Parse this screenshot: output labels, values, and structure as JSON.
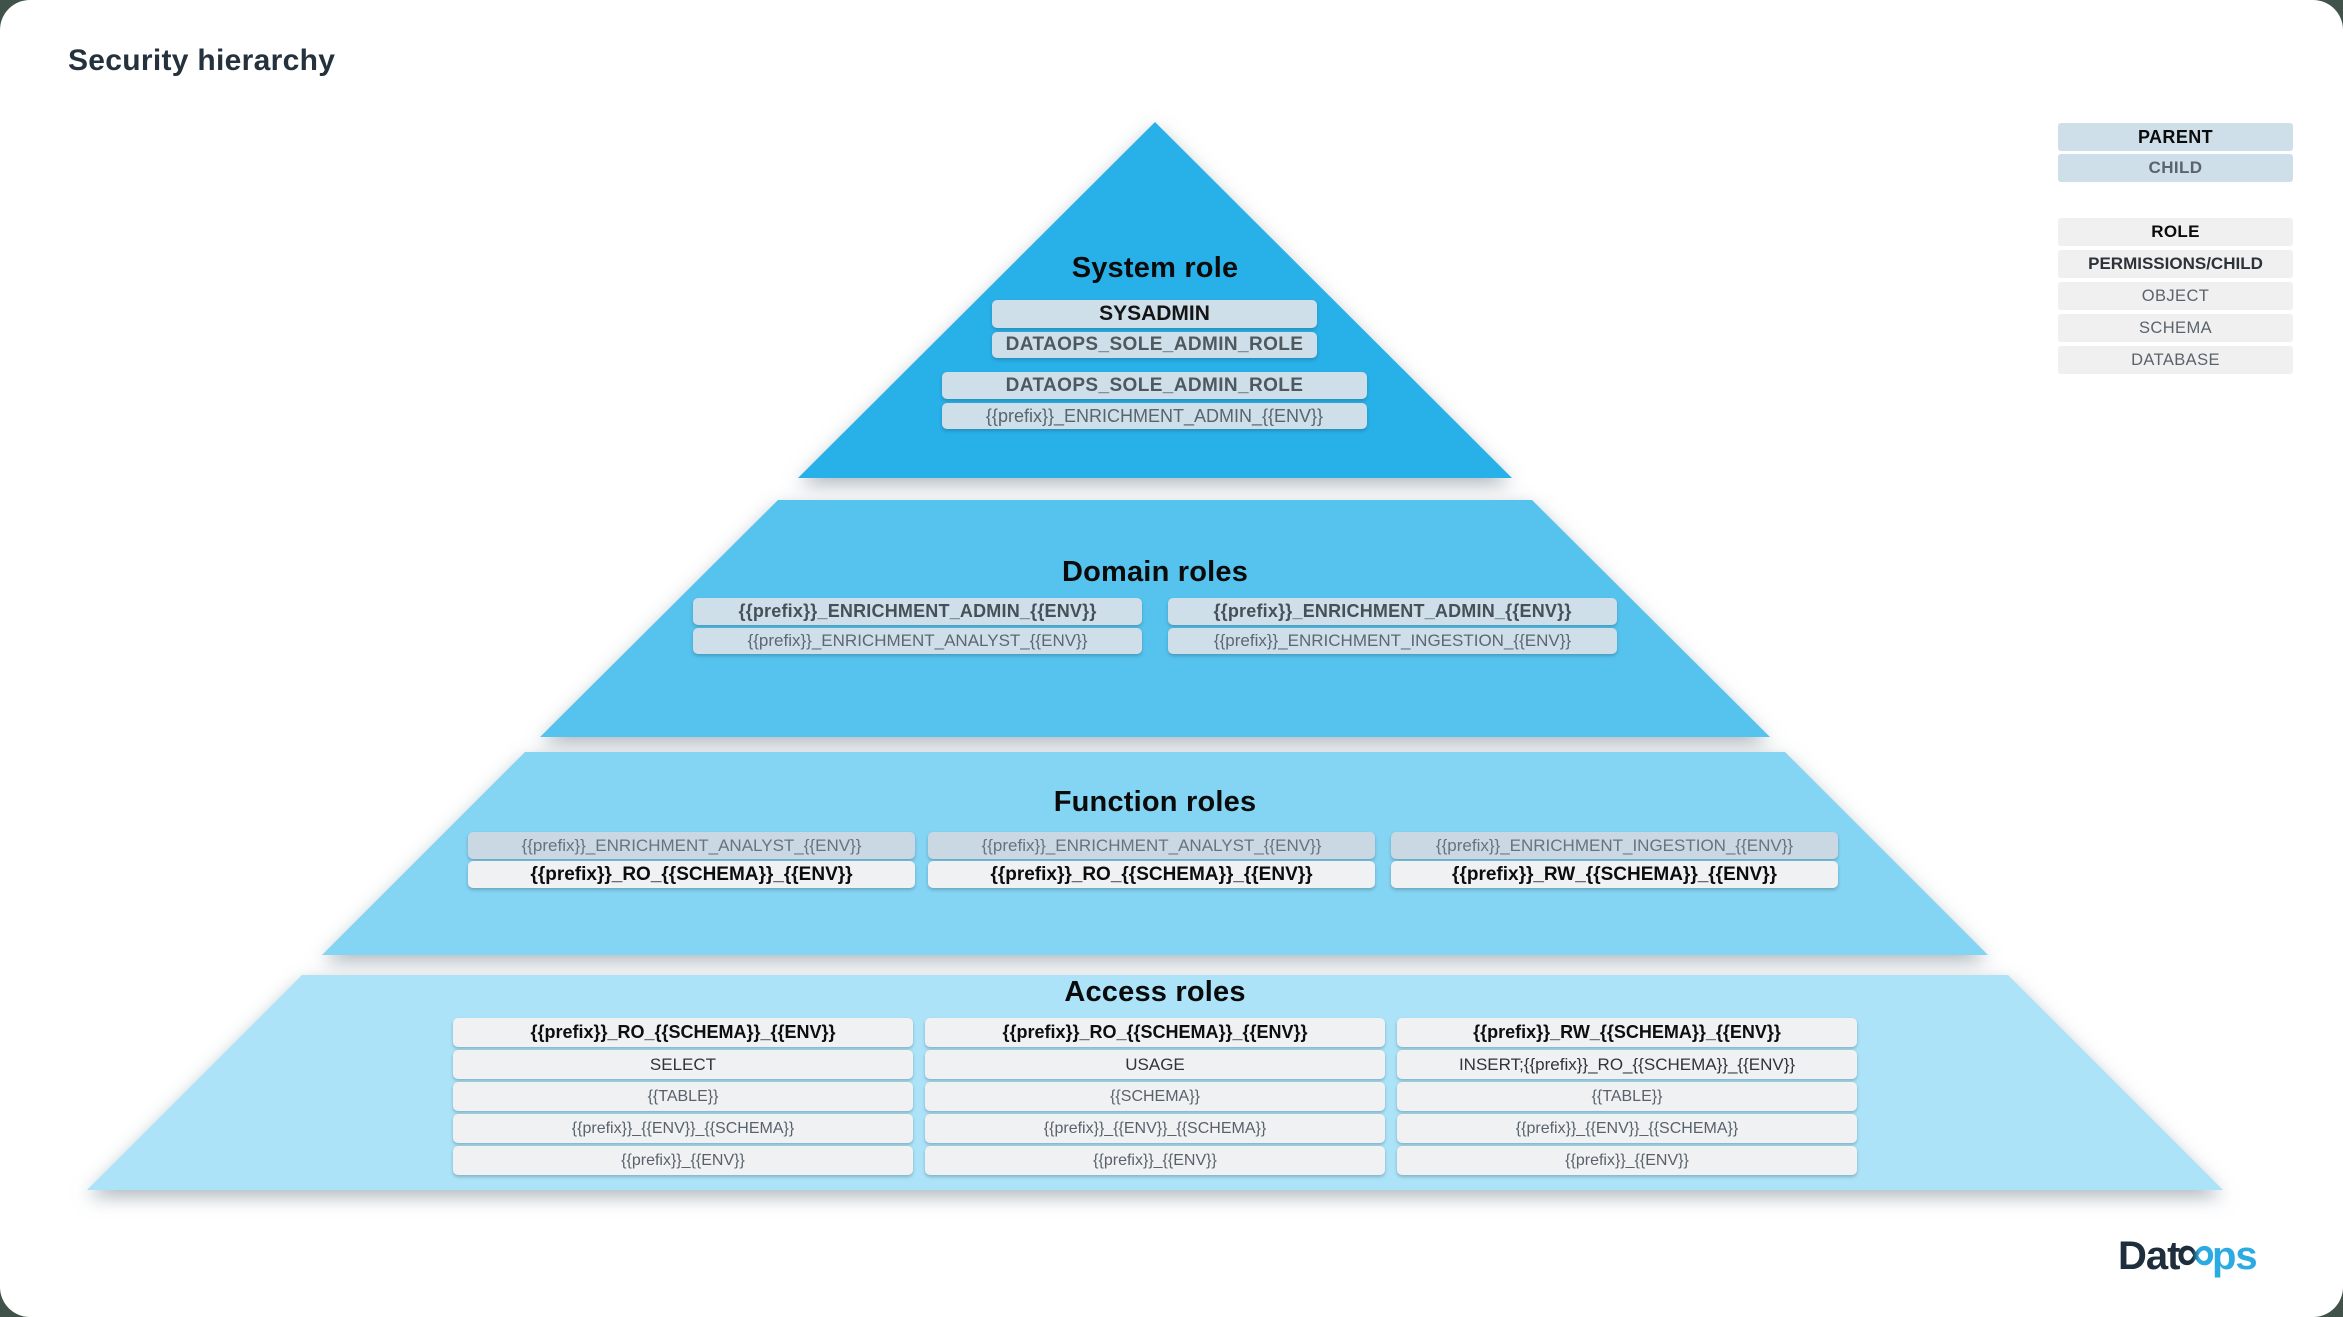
{
  "page": {
    "title": "Security hierarchy"
  },
  "legend": {
    "hierarchy": {
      "parent": "PARENT",
      "child": "CHILD"
    },
    "levels": {
      "role": "ROLE",
      "permissions": "PERMISSIONS/CHILD",
      "object": "OBJECT",
      "schema": "SCHEMA",
      "database": "DATABASE"
    }
  },
  "pyramid": {
    "tiers": [
      {
        "title": "System role",
        "groups": [
          {
            "parent": "SYSADMIN",
            "child": "DATAOPS_SOLE_ADMIN_ROLE"
          },
          {
            "parent": "DATAOPS_SOLE_ADMIN_ROLE",
            "child": "{{prefix}}_ENRICHMENT_ADMIN_{{ENV}}"
          }
        ]
      },
      {
        "title": "Domain roles",
        "groups": [
          {
            "parent": "{{prefix}}_ENRICHMENT_ADMIN_{{ENV}}",
            "child": "{{prefix}}_ENRICHMENT_ANALYST_{{ENV}}"
          },
          {
            "parent": "{{prefix}}_ENRICHMENT_ADMIN_{{ENV}}",
            "child": "{{prefix}}_ENRICHMENT_INGESTION_{{ENV}}"
          }
        ]
      },
      {
        "title": "Function roles",
        "groups": [
          {
            "parent": "{{prefix}}_ENRICHMENT_ANALYST_{{ENV}}",
            "child": "{{prefix}}_RO_{{SCHEMA}}_{{ENV}}"
          },
          {
            "parent": "{{prefix}}_ENRICHMENT_ANALYST_{{ENV}}",
            "child": "{{prefix}}_RO_{{SCHEMA}}_{{ENV}}"
          },
          {
            "parent": "{{prefix}}_ENRICHMENT_INGESTION_{{ENV}}",
            "child": "{{prefix}}_RW_{{SCHEMA}}_{{ENV}}"
          }
        ]
      },
      {
        "title": "Access roles",
        "tables": [
          {
            "role": "{{prefix}}_RO_{{SCHEMA}}_{{ENV}}",
            "permissions": "SELECT",
            "object": "{{TABLE}}",
            "schema": "{{prefix}}_{{ENV}}_{{SCHEMA}}",
            "database": "{{prefix}}_{{ENV}}"
          },
          {
            "role": "{{prefix}}_RO_{{SCHEMA}}_{{ENV}}",
            "permissions": "USAGE",
            "object": "{{SCHEMA}}",
            "schema": "{{prefix}}_{{ENV}}_{{SCHEMA}}",
            "database": "{{prefix}}_{{ENV}}"
          },
          {
            "role": "{{prefix}}_RW_{{SCHEMA}}_{{ENV}}",
            "permissions": "INSERT;{{prefix}}_RO_{{SCHEMA}}_{{ENV}}",
            "object": "{{TABLE}}",
            "schema": "{{prefix}}_{{ENV}}_{{SCHEMA}}",
            "database": "{{prefix}}_{{ENV}}"
          }
        ]
      }
    ]
  },
  "logo": {
    "text_dark": "Dat",
    "infinity": "∞",
    "text_blue": "ps"
  },
  "colors": {
    "tier_system": "#28b0e8",
    "tier_domain": "#55c3ee",
    "tier_function": "#84d4f3",
    "tier_access": "#ace3f9",
    "parent_box": "#cfdfe9",
    "child_box": "#f0f1f3",
    "accent_blue": "#2babe2",
    "ink": "#25323e"
  }
}
